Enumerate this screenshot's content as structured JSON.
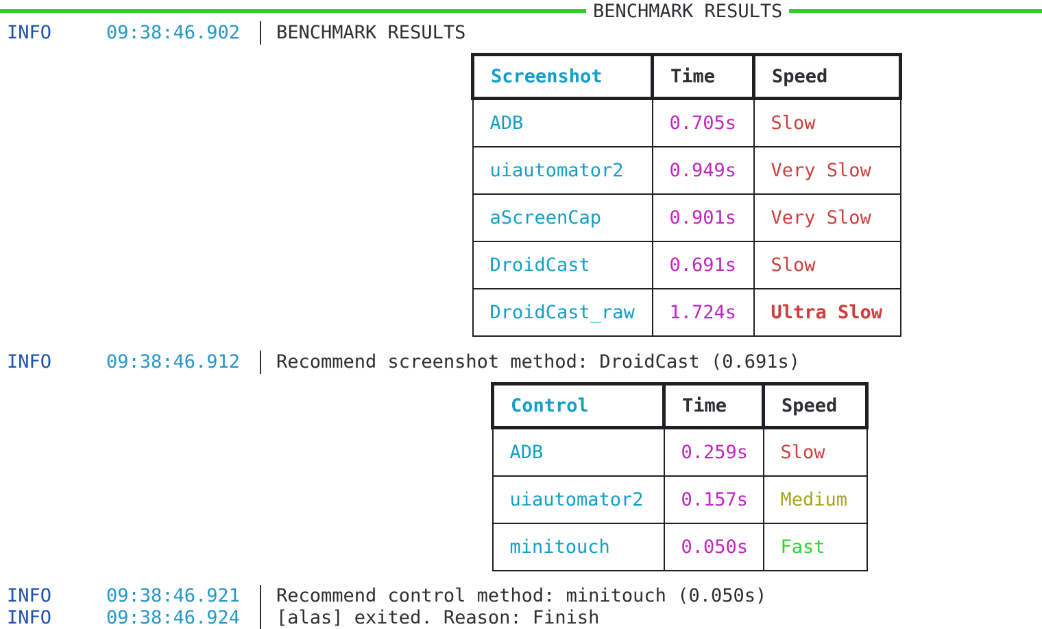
{
  "banner": {
    "title": "BENCHMARK RESULTS"
  },
  "colors": {
    "banner_rule_green": "#2bd22b",
    "log_level_blue": "#1d53ae",
    "timestamp_cyan": "#2497c9",
    "method_cyan": "#129fc6",
    "time_magenta": "#c026c0",
    "speed_red": "#cd3e3c",
    "speed_olive": "#a8a41a",
    "speed_green": "#2ed42e",
    "text_dark": "#2e2f33",
    "table_border": "#202024"
  },
  "log_lines": [
    {
      "level": "INFO",
      "time": "09:38:46.902",
      "message": "BENCHMARK RESULTS"
    },
    {
      "level": "INFO",
      "time": "09:38:46.912",
      "message": "Recommend screenshot method: DroidCast (0.691s)"
    },
    {
      "level": "INFO",
      "time": "09:38:46.921",
      "message": "Recommend control method: minitouch (0.050s)"
    },
    {
      "level": "INFO",
      "time": "09:38:46.924",
      "message": "[alas] exited. Reason: Finish"
    }
  ],
  "tables": [
    {
      "name": "screenshot-benchmark",
      "columns": [
        "Screenshot",
        "Time",
        "Speed"
      ],
      "rows": [
        {
          "name": "ADB",
          "time": "0.705s",
          "speed": "Slow",
          "speed_style": "slow"
        },
        {
          "name": "uiautomator2",
          "time": "0.949s",
          "speed": "Very Slow",
          "speed_style": "slow"
        },
        {
          "name": "aScreenCap",
          "time": "0.901s",
          "speed": "Very Slow",
          "speed_style": "slow"
        },
        {
          "name": "DroidCast",
          "time": "0.691s",
          "speed": "Slow",
          "speed_style": "slow"
        },
        {
          "name": "DroidCast_raw",
          "time": "1.724s",
          "speed": "Ultra Slow",
          "speed_style": "ultra"
        }
      ]
    },
    {
      "name": "control-benchmark",
      "columns": [
        "Control",
        "Time",
        "Speed"
      ],
      "rows": [
        {
          "name": "ADB",
          "time": "0.259s",
          "speed": "Slow",
          "speed_style": "slow"
        },
        {
          "name": "uiautomator2",
          "time": "0.157s",
          "speed": "Medium",
          "speed_style": "medium"
        },
        {
          "name": "minitouch",
          "time": "0.050s",
          "speed": "Fast",
          "speed_style": "fast"
        }
      ]
    }
  ]
}
